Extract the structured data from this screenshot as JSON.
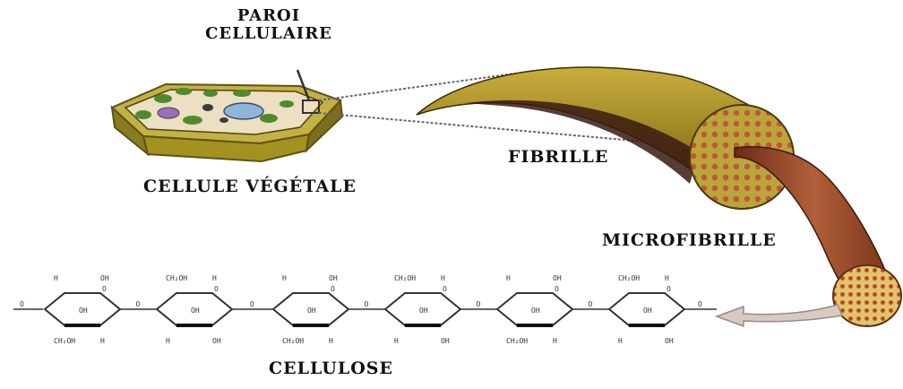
{
  "labels": {
    "paroi_line1": "PAROI",
    "paroi_line2": "CELLULAIRE",
    "cellule": "CELLULE VÉGÉTALE",
    "fibrille": "FIBRILLE",
    "microfibrille": "MICROFIBRILLE",
    "cellulose": "CELLULOSE"
  },
  "chem": {
    "ch2oh": "CH₂OH",
    "h": "H",
    "oh": "OH",
    "o": "O"
  },
  "colors": {
    "cell_wall": "#b9a53a",
    "cell_wall_dark": "#7d6d1c",
    "cytoplasm": "#e8dcc0",
    "organelle_green": "#4f8a2b",
    "nucleus_blue": "#8fb6d8",
    "fibril_gold": "#b79a2d",
    "fibril_dark": "#3a1a12",
    "microfibril_brown": "#9a4a2a",
    "microfibril_end": "#c9b25a",
    "arrow": "#d8c9c2"
  }
}
